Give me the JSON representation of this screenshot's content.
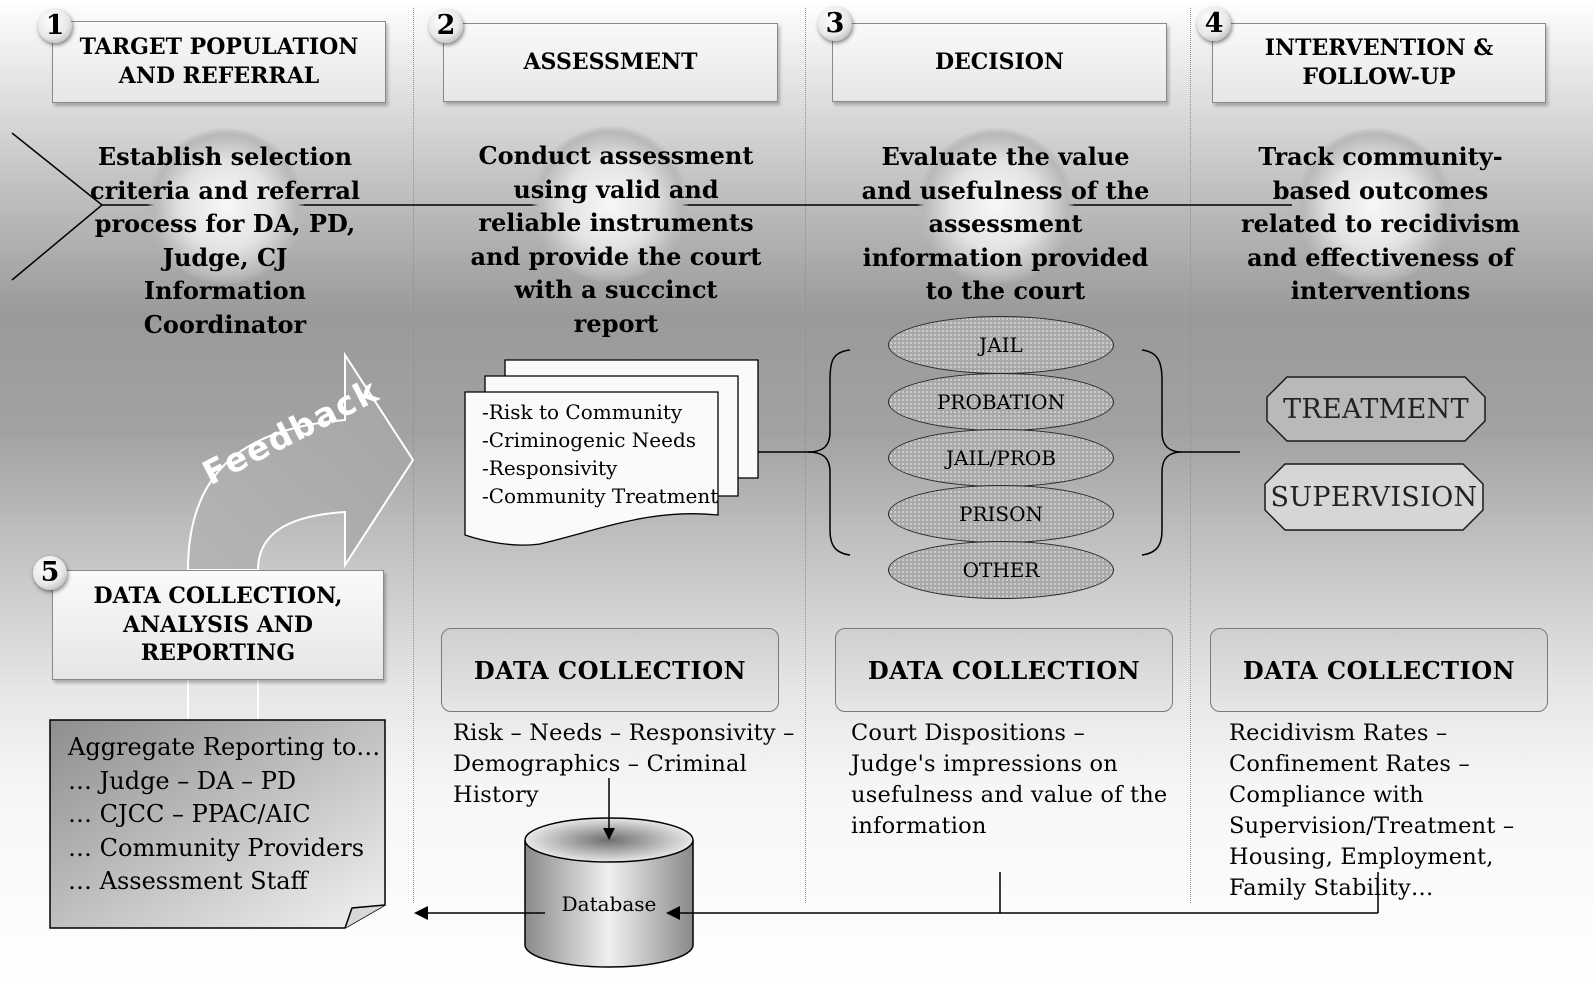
{
  "steps": [
    {
      "number": "1",
      "title": "TARGET POPULATION AND REFERRAL",
      "description": "Establish selection criteria and referral process for DA, PD, Judge, CJ Information Coordinator"
    },
    {
      "number": "2",
      "title": "ASSESSMENT",
      "description": "Conduct assessment using valid and reliable instruments and provide the court with a succinct report"
    },
    {
      "number": "3",
      "title": "DECISION",
      "description": "Evaluate the value and usefulness of the assessment information provided to the court"
    },
    {
      "number": "4",
      "title": "INTERVENTION & FOLLOW-UP",
      "description": "Track community-based outcomes related to recidivism and effectiveness of interventions"
    }
  ],
  "step5": {
    "number": "5",
    "title": "DATA COLLECTION, ANALYSIS AND REPORTING"
  },
  "feedback_label": "Feedback",
  "report_items": [
    "-Risk to Community",
    "-Criminogenic Needs",
    "-Responsivity",
    "-Community Treatment"
  ],
  "decisions": [
    "JAIL",
    "PROBATION",
    "JAIL/PROB",
    "PRISON",
    "OTHER"
  ],
  "interventions": [
    "TREATMENT",
    "SUPERVISION"
  ],
  "data_collection_label": "DATA COLLECTION",
  "data_collection_details": [
    "Risk – Needs – Responsivity – Demographics – Criminal History",
    "Court Dispositions – Judge's impressions on usefulness and value of the  information",
    "Recidivism Rates – Confinement Rates – Compliance with Supervision/Treatment – Housing, Employment, Family Stability…"
  ],
  "database_label": "Database",
  "aggregate_reporting": [
    "Aggregate Reporting to…",
    "… Judge – DA – PD",
    "… CJCC – PPAC/AIC",
    "… Community Providers",
    "… Assessment Staff"
  ]
}
